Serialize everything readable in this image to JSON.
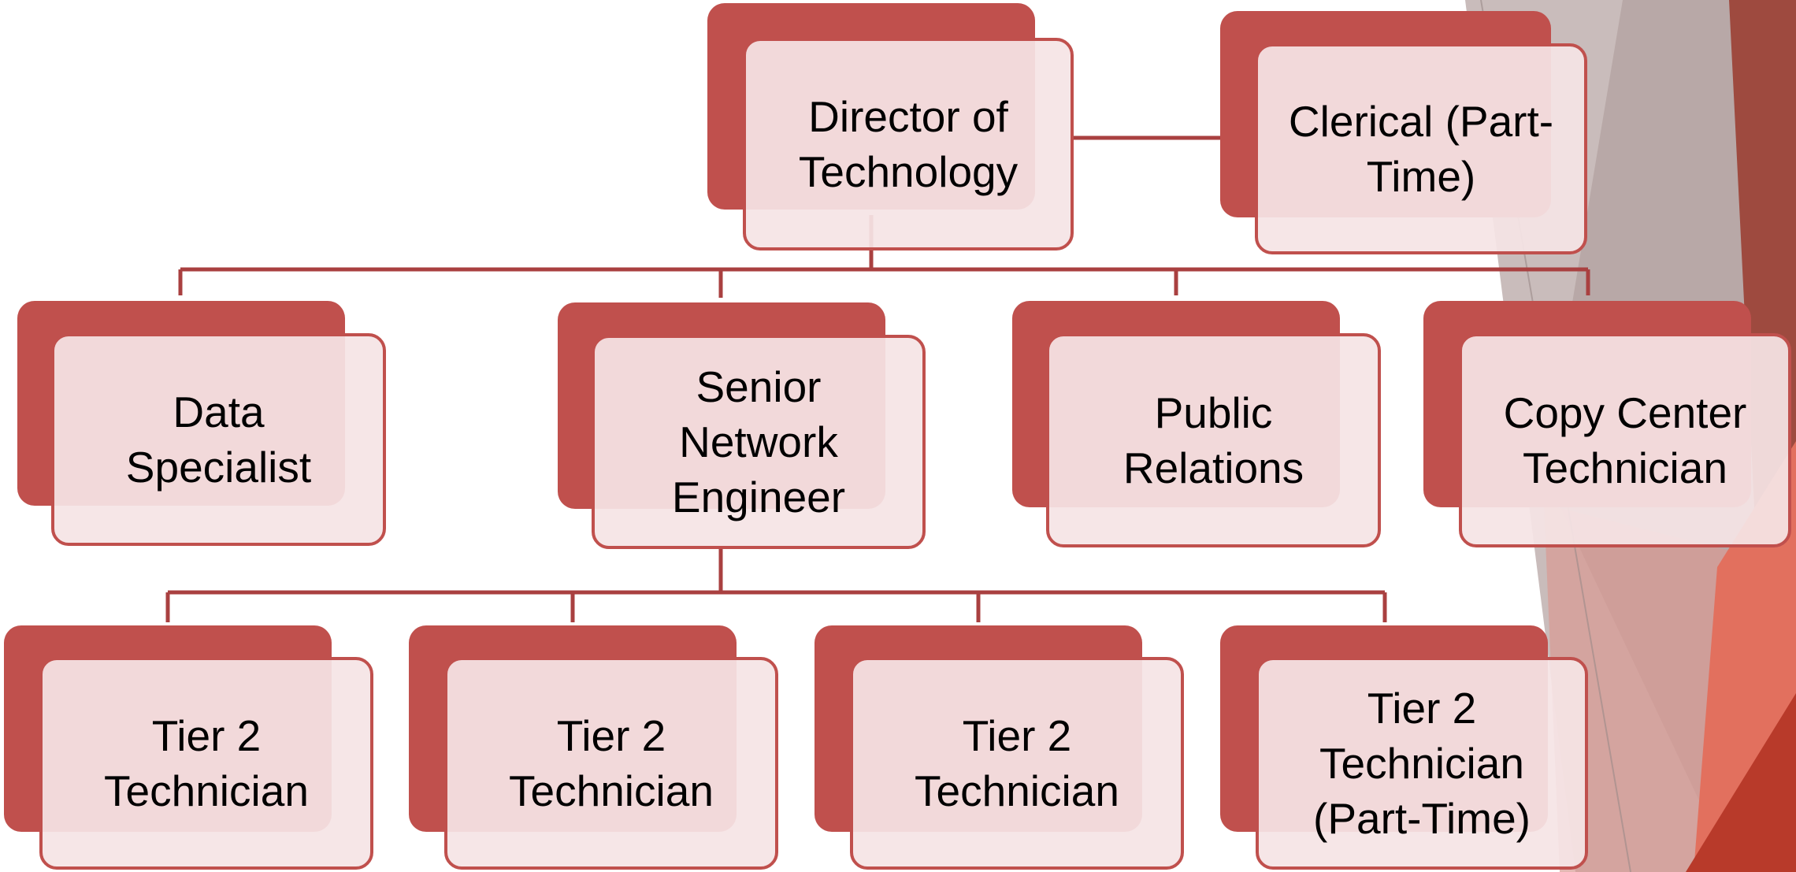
{
  "colors": {
    "accent": "#c0504d",
    "box_fill": "#f5e4e5",
    "connector": "#a94040"
  },
  "org_chart": {
    "director": "Director of\nTechnology",
    "clerical": "Clerical (Part-\nTime)",
    "data_specialist": "Data\nSpecialist",
    "senior_network_engineer": "Senior\nNetwork\nEngineer",
    "public_relations": "Public\nRelations",
    "copy_center_technician": "Copy Center\nTechnician",
    "tier2_technician_1": "Tier 2\nTechnician",
    "tier2_technician_2": "Tier 2\nTechnician",
    "tier2_technician_3": "Tier 2\nTechnician",
    "tier2_technician_4": "Tier 2\nTechnician\n(Part-Time)"
  }
}
